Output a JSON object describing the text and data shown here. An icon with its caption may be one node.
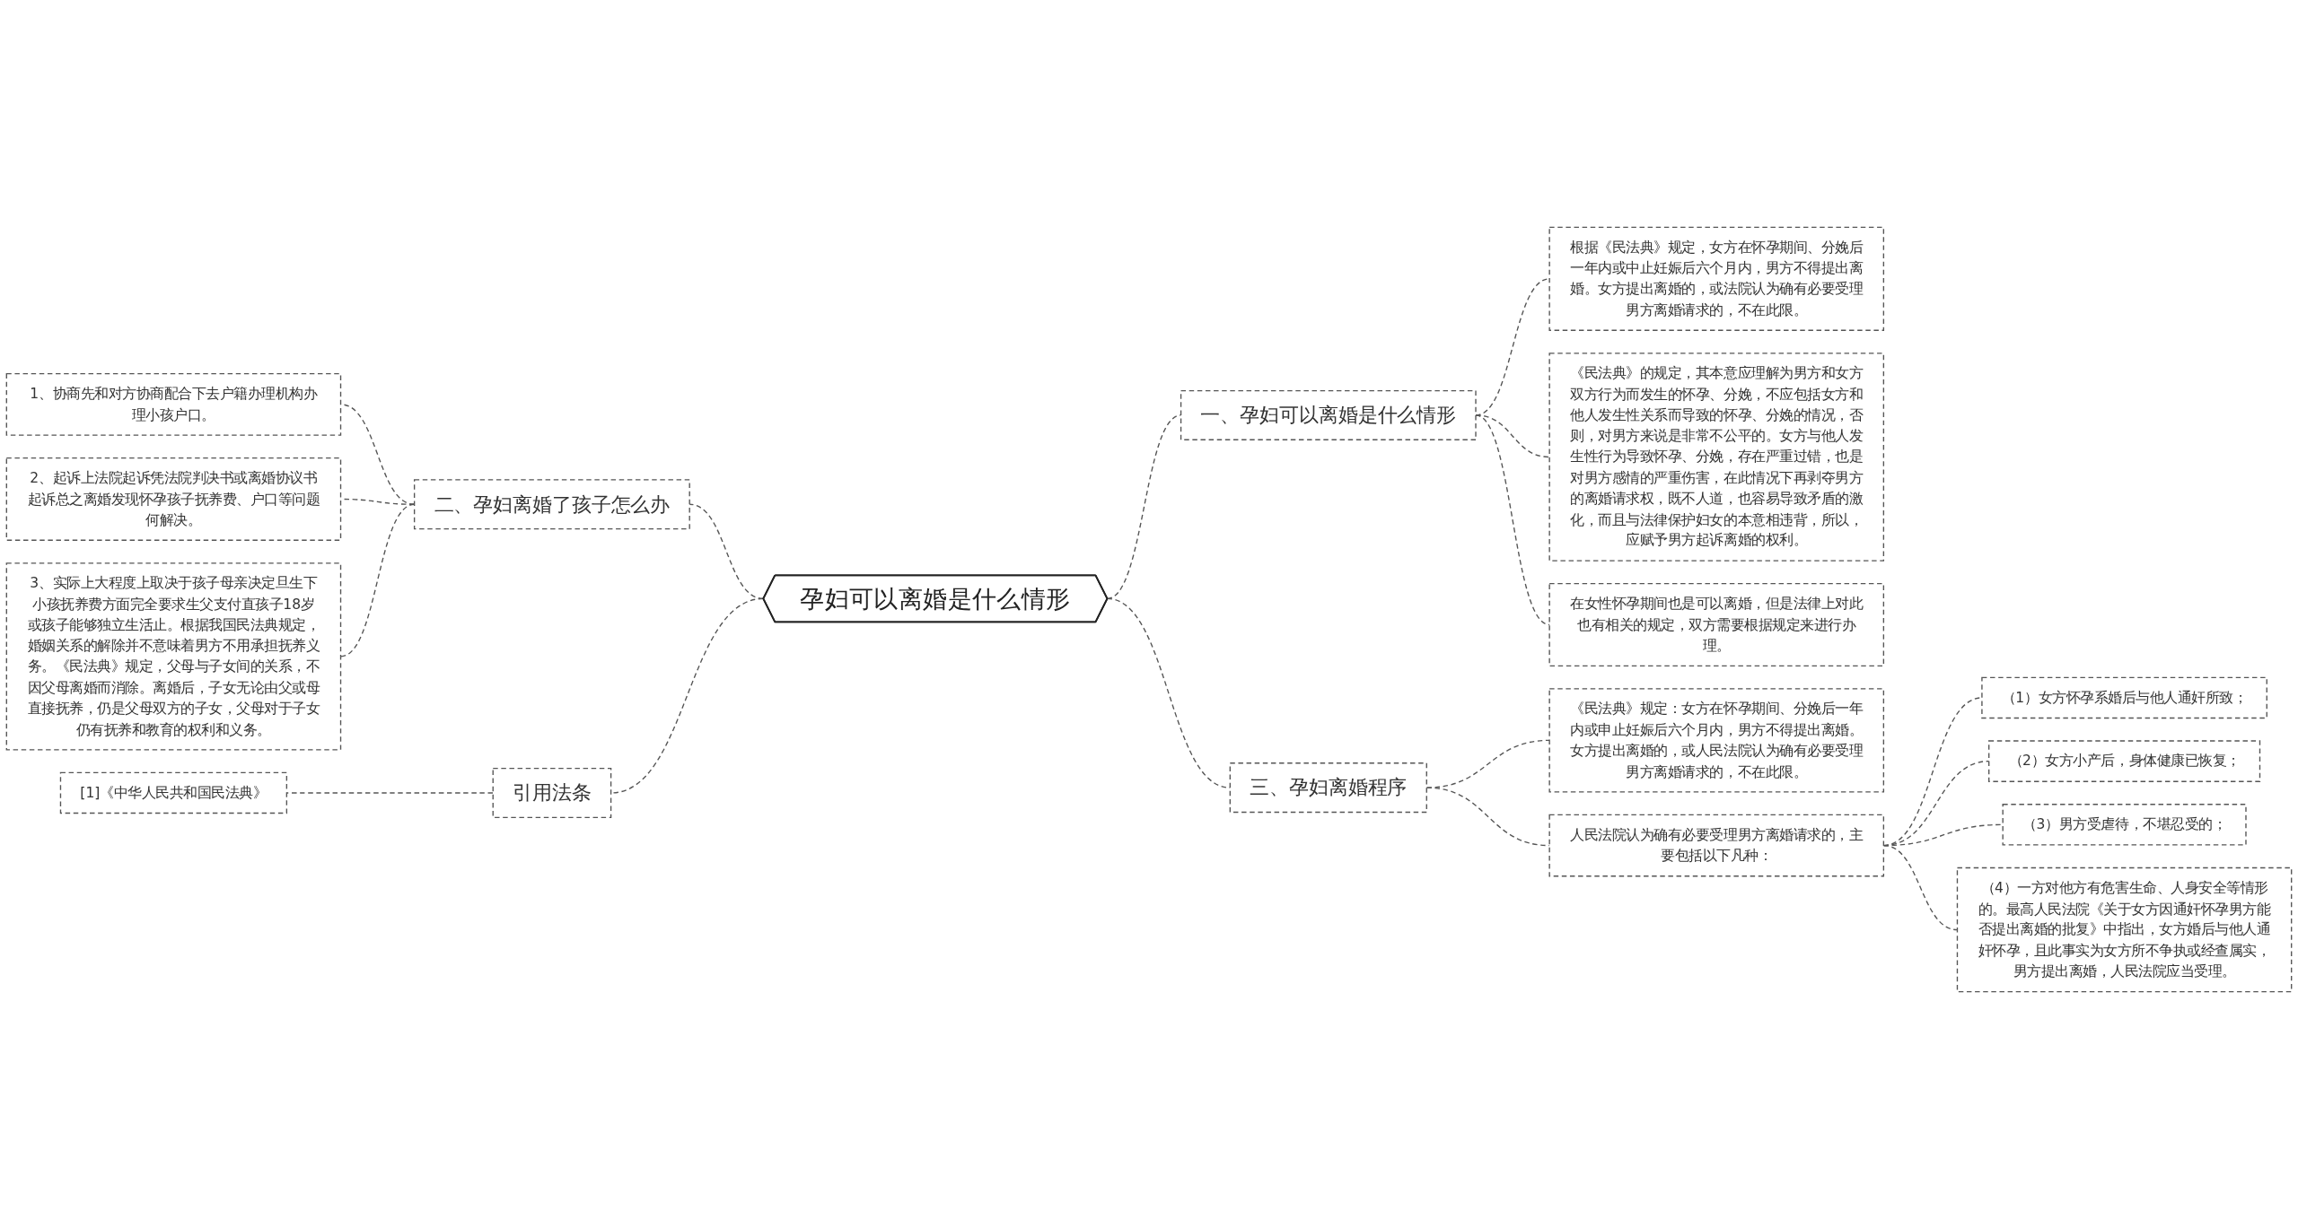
{
  "diagram": {
    "nodes": [
      {
        "text": [
          "孕妇可以离婚是什么情形"
        ]
      },
      {
        "text": [
          "二、孕妇离婚了孩子怎么办"
        ]
      },
      {
        "text": [
          "1、协商先和对方协商配合下去户籍办理机构办理小孩户口。"
        ]
      },
      {
        "text": [
          "2、起诉上法院起诉凭法院判决书或离婚协议书起诉总之离婚发现怀孕孩子抚养费、户口等问题何解决。"
        ]
      },
      {
        "text": [
          "3、实际上大程度上取决于孩子母亲决定旦生下小孩抚养费方面完全要求生父支付直孩子18岁或孩子能够独立生活止。根据我国民法典规定，婚姻关系的解除并不意味着男方不用承担抚养义务。《民法典》规定，父母与子女间的关系，不因父母离婚而消除。离婚后，子女无论由父或母直接抚养，仍是父母双方的子女，父母对于子女仍有抚养和教育的权利和义务。"
        ]
      },
      {
        "text": [
          "引用法条"
        ]
      },
      {
        "text": [
          "[1]《中华人民共和国民法典》"
        ]
      },
      {
        "text": [
          "一、孕妇可以离婚是什么情形"
        ]
      },
      {
        "text": [
          "根据《民法典》规定，女方在怀孕期间、分娩后一年内或中止妊娠后六个月内，男方不得提出离婚。女方提出离婚的，或法院认为确有必要受理男方离婚请求的，不在此限。"
        ]
      },
      {
        "text": [
          "《民法典》的规定，其本意应理解为男方和女方双方行为而发生的怀孕、分娩，不应包括女方和他人发生性关系而导致的怀孕、分娩的情况，否则，对男方来说是非常不公平的。女方与他人发生性行为导致怀孕、分娩，存在严重过错，也是对男方感情的严重伤害，在此情况下再剥夺男方的离婚请求权，既不人道，也容易导致矛盾的激化，而且与法律保护妇女的本意相违背，所以，应赋予男方起诉离婚的权利。"
        ]
      },
      {
        "text": [
          "在女性怀孕期间也是可以离婚，但是法律上对此也有相关的规定，双方需要根据规定来进行办理。"
        ]
      },
      {
        "text": [
          "三、孕妇离婚程序"
        ]
      },
      {
        "text": [
          "《民法典》规定：女方在怀孕期间、分娩后一年内或申止妊娠后六个月内，男方不得提出离婚。女方提出离婚的，或人民法院认为确有必要受理男方离婚请求的，不在此限。"
        ]
      },
      {
        "text": [
          "人民法院认为确有必要受理男方离婚请求的，主要包括以下凡种："
        ]
      },
      {
        "text": [
          "（1）女方怀孕系婚后与他人通奸所致；"
        ]
      },
      {
        "text": [
          "（2）女方小产后，身体健康已恢复；"
        ]
      },
      {
        "text": [
          "（3）男方受虐待，不堪忍受的；"
        ]
      },
      {
        "text": [
          "（4）一方对他方有危害生命、人身安全等情形的。最高人民法院《关于女方因通奸怀孕男方能否提出离婚的批复》中指出，女方婚后与他人通奸怀孕，且此事实为女方所不争执或经查属实，男方提出离婚，人民法院应当受理。"
        ]
      }
    ],
    "edges": [
      {
        "from": 0,
        "to": 1,
        "arrow": "none",
        "style": "dashed"
      },
      {
        "from": 1,
        "to": 2,
        "arrow": "none",
        "style": "dashed"
      },
      {
        "from": 1,
        "to": 3,
        "arrow": "none",
        "style": "dashed"
      },
      {
        "from": 1,
        "to": 4,
        "arrow": "none",
        "style": "dashed"
      },
      {
        "from": 0,
        "to": 5,
        "arrow": "none",
        "style": "dashed"
      },
      {
        "from": 5,
        "to": 6,
        "arrow": "none",
        "style": "dashed"
      },
      {
        "from": 0,
        "to": 7,
        "arrow": "none",
        "style": "dashed"
      },
      {
        "from": 7,
        "to": 8,
        "arrow": "none",
        "style": "dashed"
      },
      {
        "from": 7,
        "to": 9,
        "arrow": "none",
        "style": "dashed"
      },
      {
        "from": 7,
        "to": 10,
        "arrow": "none",
        "style": "dashed"
      },
      {
        "from": 0,
        "to": 11,
        "arrow": "none",
        "style": "dashed"
      },
      {
        "from": 11,
        "to": 12,
        "arrow": "none",
        "style": "dashed"
      },
      {
        "from": 11,
        "to": 13,
        "arrow": "none",
        "style": "dashed"
      },
      {
        "from": 13,
        "to": 14,
        "arrow": "none",
        "style": "dashed"
      },
      {
        "from": 13,
        "to": 15,
        "arrow": "none",
        "style": "dashed"
      },
      {
        "from": 13,
        "to": 16,
        "arrow": "none",
        "style": "dashed"
      },
      {
        "from": 13,
        "to": 17,
        "arrow": "none",
        "style": "dashed"
      }
    ]
  }
}
